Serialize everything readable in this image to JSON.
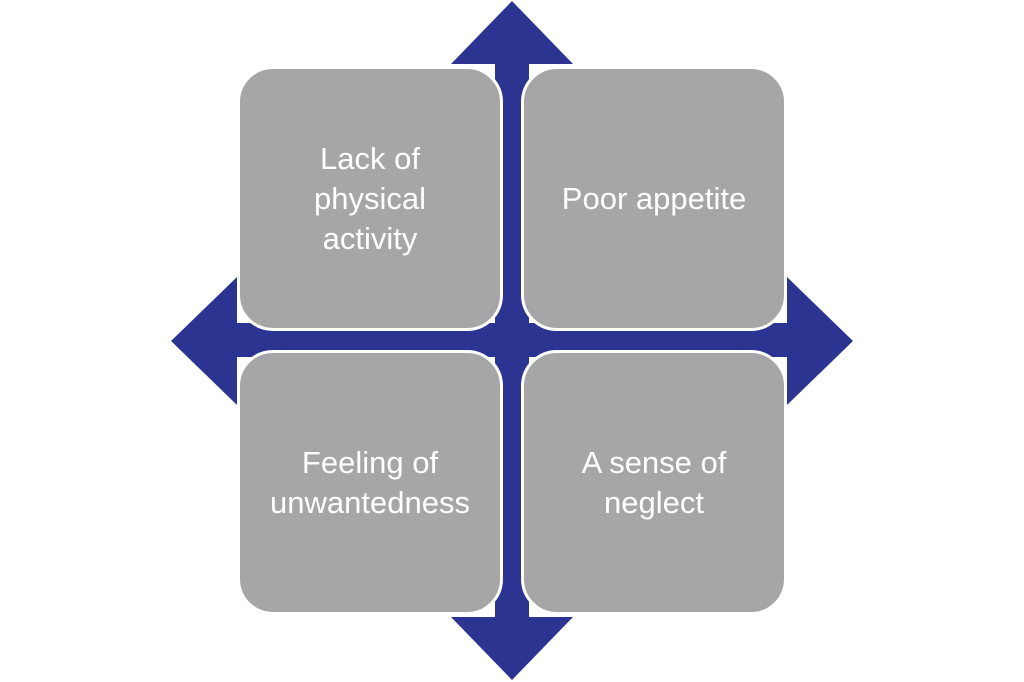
{
  "diagram": {
    "accent_color": "#2b3591",
    "box_color": "#a6a6a6",
    "text_color": "#ffffff",
    "quadrants": [
      {
        "label": "Lack of physical activity"
      },
      {
        "label": "Poor appetite"
      },
      {
        "label": "Feeling of unwantedness"
      },
      {
        "label": "A sense of neglect"
      }
    ]
  }
}
